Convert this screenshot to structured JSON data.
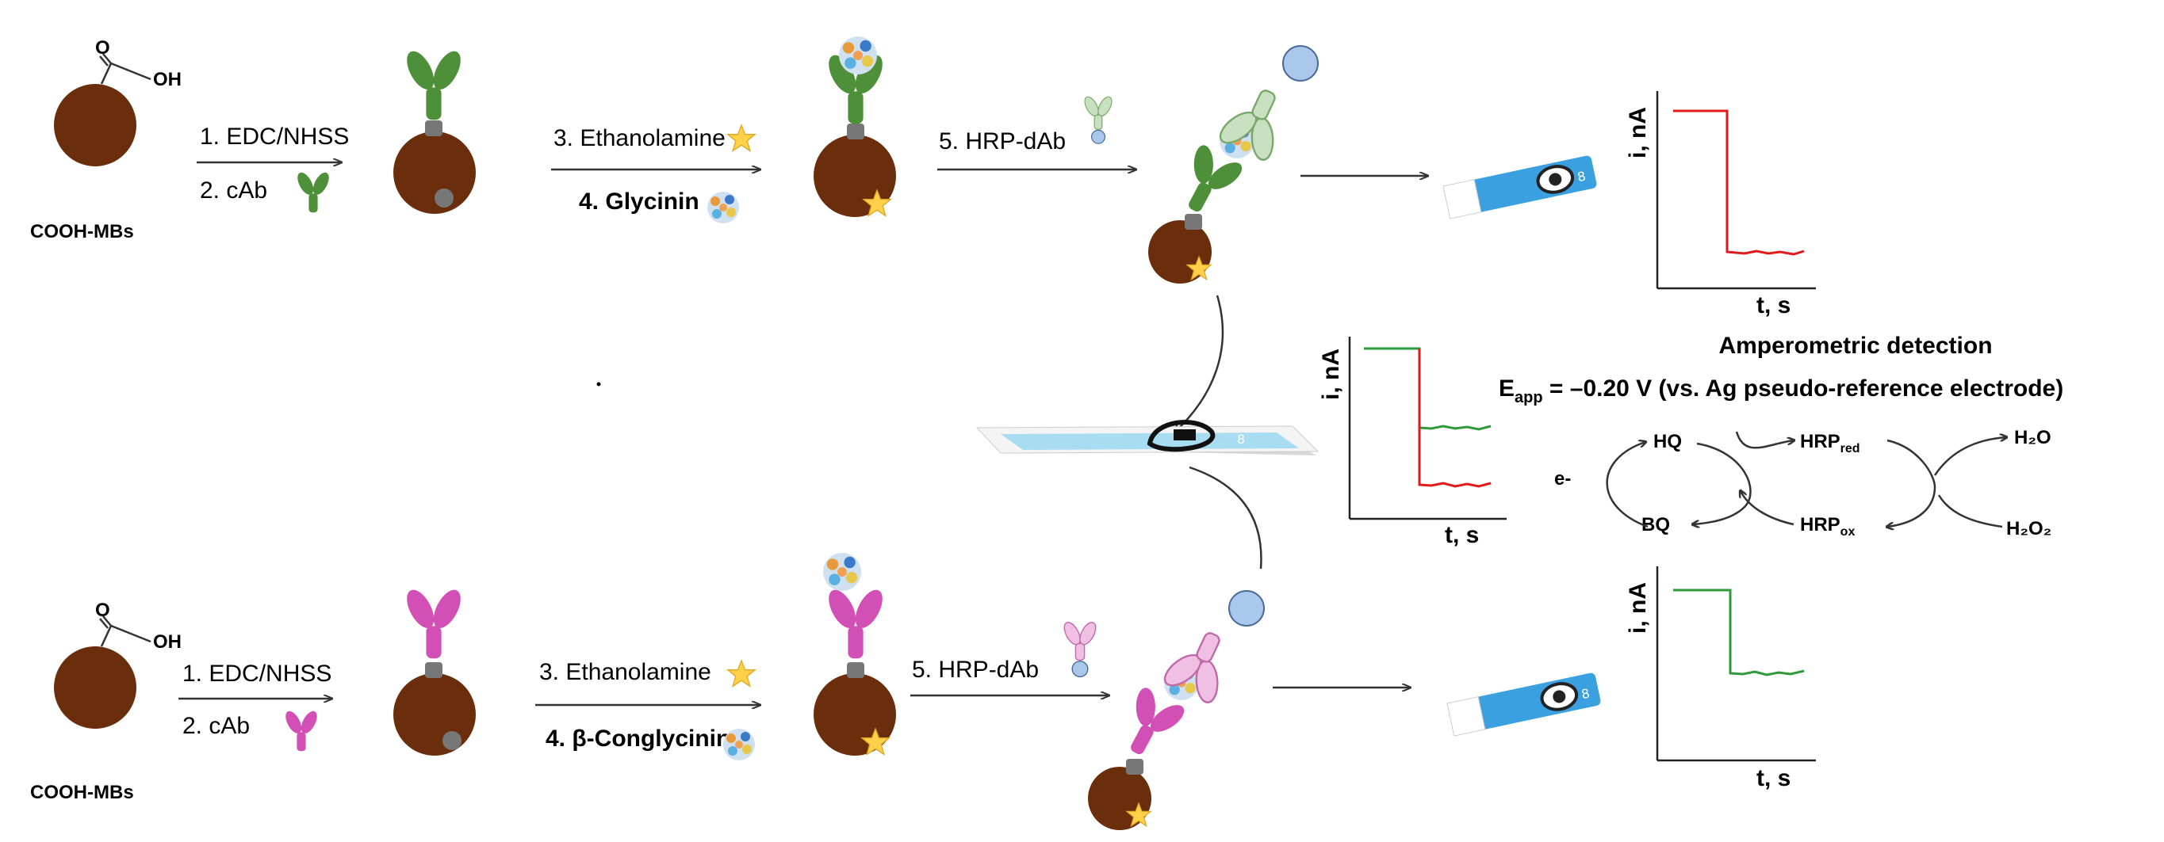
{
  "top_row": {
    "bead_carboxyl_label": "OH",
    "bead_oxygen_label": "O",
    "bead_name": "COOH-MBs",
    "step1": "1. EDC/NHSS",
    "step2": "2. cAb",
    "step3": "3. Ethanolamine",
    "step4": "4. Glycinin",
    "step5": "5. HRP-dAb"
  },
  "bottom_row": {
    "bead_carboxyl_label": "OH",
    "bead_oxygen_label": "O",
    "bead_name": "COOH-MBs",
    "step1": "1. EDC/NHSS",
    "step2": "2. cAb",
    "step3": "3. Ethanolamine",
    "step4": "4. β-Conglycinin",
    "step5": "5. HRP-dAb"
  },
  "plots": {
    "top": {
      "ylabel": "i, nA",
      "xlabel": "t, s"
    },
    "middle": {
      "ylabel": "i, nA",
      "xlabel": "t, s"
    },
    "bottom": {
      "ylabel": "i, nA",
      "xlabel": "t, s"
    }
  },
  "detection": {
    "title": "Amperometric detection",
    "potential_prefix": "E",
    "potential_sub": "app",
    "potential_rest": " = –0.20 V (vs. Ag pseudo-reference electrode)",
    "electron": "e-",
    "hq": "HQ",
    "bq": "BQ",
    "hrp_red": "HRP",
    "hrp_red_sub": "red",
    "hrp_ox": "HRP",
    "hrp_ox_sub": "ox",
    "h2o": "H₂O",
    "h2o2": "H₂O₂"
  },
  "colors": {
    "bead": "#6b2e0c",
    "top_antibody": "#4e8f3a",
    "bottom_antibody": "#d24fb6",
    "hrp": "#a9c8ec",
    "electrode": "#3aa0e0",
    "signal_red": "#e01a1a",
    "signal_green": "#2f9a3a"
  }
}
